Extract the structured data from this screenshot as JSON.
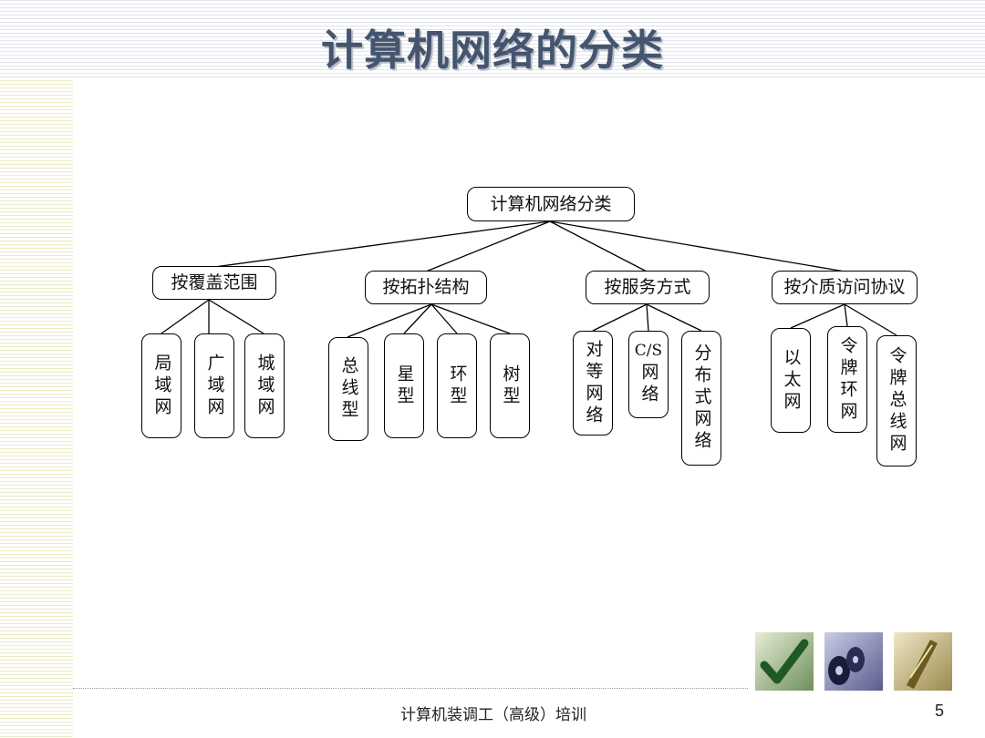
{
  "slide": {
    "title": "计算机网络的分类",
    "footer": "计算机装调工（高级）培训",
    "page_number": "5"
  },
  "diagram": {
    "root": "计算机网络分类",
    "categories": [
      {
        "label": "按覆盖范围",
        "children": [
          "局域网",
          "广域网",
          "城域网"
        ]
      },
      {
        "label": "按拓扑结构",
        "children": [
          "总线型",
          "星型",
          "环型",
          "树型"
        ]
      },
      {
        "label": "按服务方式",
        "children": [
          "对等网络",
          "C/S网络",
          "分布式网络"
        ]
      },
      {
        "label": "按介质访问协议",
        "children": [
          "以太网",
          "令牌环网",
          "令牌总线网"
        ]
      }
    ]
  },
  "cs_node": {
    "latin": "C/S",
    "cjk": "网络"
  },
  "decorations": [
    "checkmark-icon",
    "disc-icon",
    "pen-icon"
  ],
  "colors": {
    "title": "#45556e",
    "stripe_top": "#e2e4ec",
    "stripe_left": "#ecebc4"
  }
}
